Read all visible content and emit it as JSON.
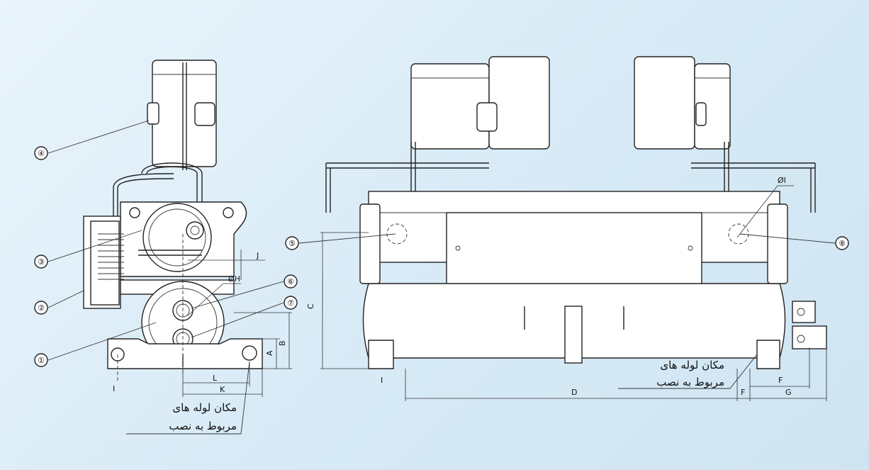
{
  "callouts": [
    "①",
    "②",
    "③",
    "④",
    "⑤",
    "⑥",
    "⑦",
    "⑧"
  ],
  "dimensions": {
    "A": "A",
    "B": "B",
    "C": "C",
    "D": "D",
    "F": "F",
    "G": "G",
    "J": "J",
    "K": "K",
    "L": "L",
    "I": "I",
    "phiH": "ØH",
    "phiI": "ØI"
  },
  "notes": {
    "side_line1": "مکان لوله های",
    "side_line2": "مربوط به نصب",
    "front_line1": "مکان لوله های",
    "front_line2": "مربوط به نصب"
  },
  "colors": {
    "background_light": "#e9f4fb",
    "background_dark": "#cfe4f2",
    "line": "#222222"
  }
}
